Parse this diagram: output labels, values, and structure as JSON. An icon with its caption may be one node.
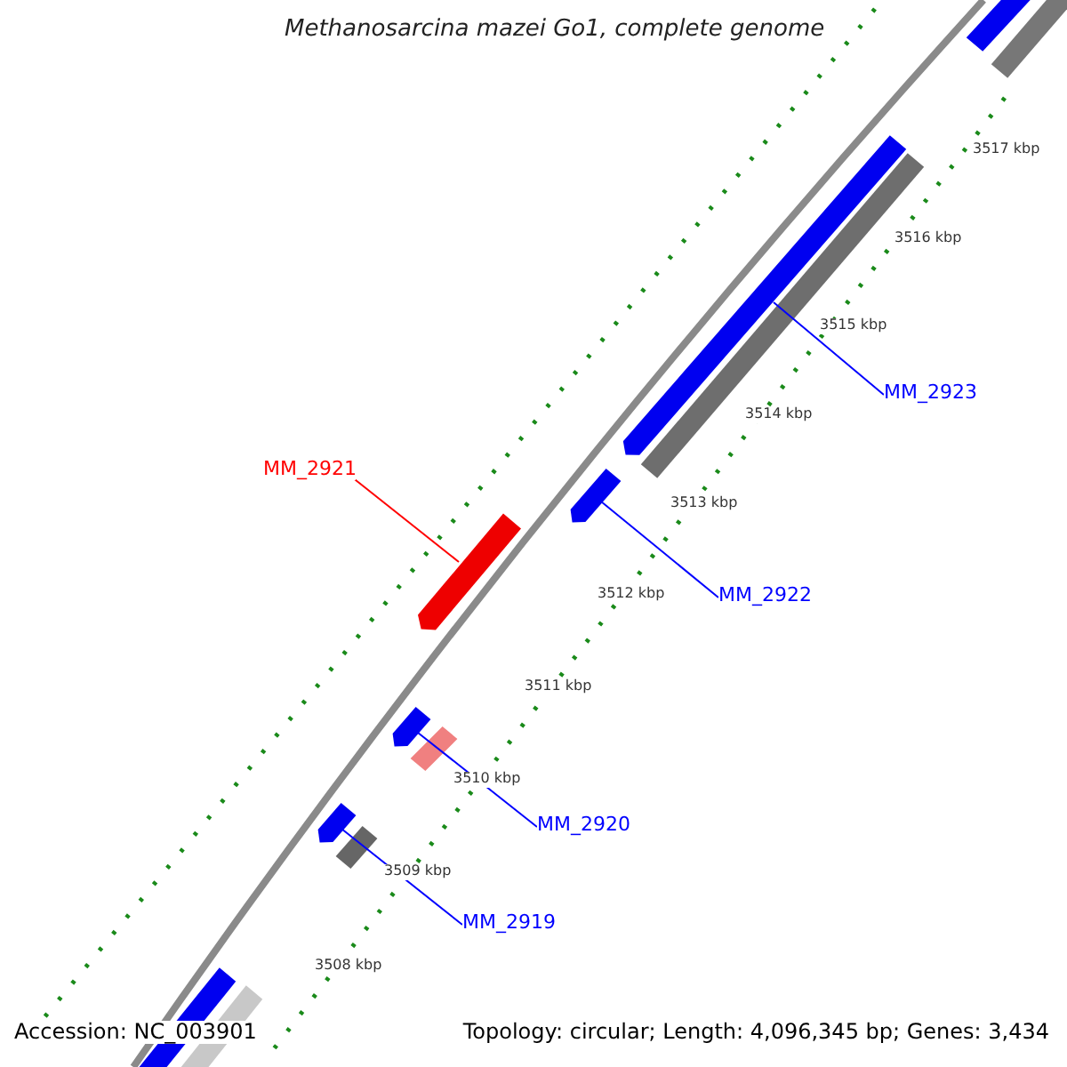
{
  "diagram": {
    "title": "Methanosarcina mazei Go1, complete genome",
    "nodes": [
      {
        "text": [
          "MM_2923"
        ]
      },
      {
        "text": [
          "MM_2921"
        ]
      },
      {
        "text": [
          "MM_2922"
        ]
      },
      {
        "text": [
          "MM_2920"
        ]
      },
      {
        "text": [
          "MM_2919"
        ]
      },
      {
        "text": [],
        "shape": "arrow"
      },
      {
        "text": [],
        "shape": "arrow"
      },
      {
        "text": [],
        "shape": "arrow"
      },
      {
        "text": [],
        "shape": "arrow"
      },
      {
        "text": [],
        "shape": "arrow"
      }
    ],
    "edges": [
      {
        "from": 0,
        "to": 5,
        "arrow": "none"
      },
      {
        "from": 1,
        "to": 6,
        "arrow": "none",
        "color": "#ff0000"
      },
      {
        "from": 2,
        "to": 7,
        "arrow": "none"
      },
      {
        "from": 3,
        "to": 8,
        "arrow": "none"
      },
      {
        "from": 4,
        "to": 9,
        "arrow": "none"
      }
    ],
    "labels": [
      "3517 kbp",
      "3516 kbp",
      "3515 kbp",
      "3514 kbp",
      "3513 kbp",
      "3512 kbp",
      "3511 kbp",
      "3510 kbp",
      "3509 kbp",
      "3508 kbp",
      "Accession: NC_003901",
      "Topology: circular; Length: 4,096,345 bp; Genes: 3,434"
    ]
  }
}
